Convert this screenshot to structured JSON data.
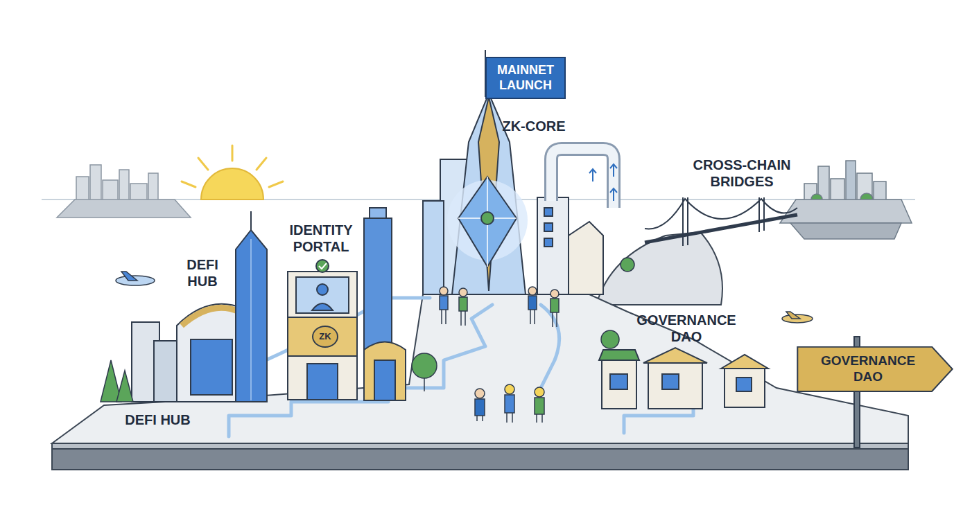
{
  "diagram": {
    "nodes": [
      {
        "text": [
          "MAINNET LAUNCH"
        ]
      },
      {
        "text": [
          "ZK"
        ]
      },
      {
        "text": [
          "GOVERNANCE DAO"
        ]
      }
    ],
    "labels": [
      "DEFI HUB",
      "IDENTITY PORTAL",
      "ZK-CORE",
      "CROSS-CHAIN BRIDGES",
      "GOVERNANCE DAO",
      "DEFI HUB"
    ]
  }
}
